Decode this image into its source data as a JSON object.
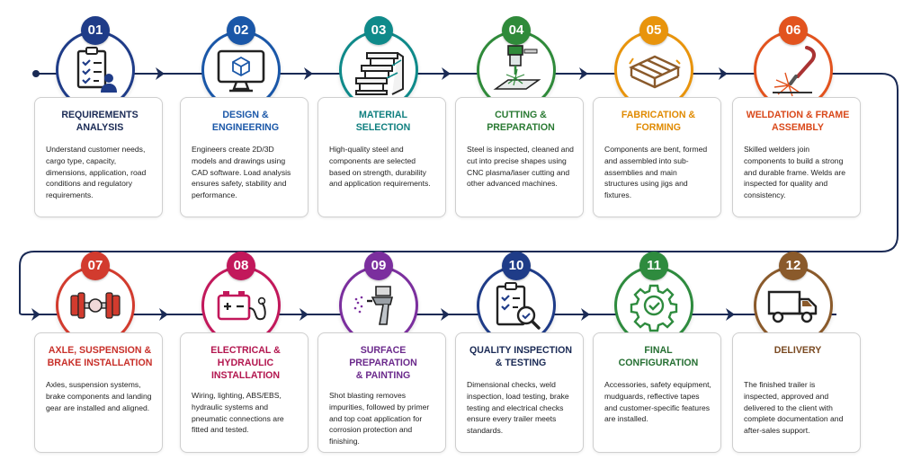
{
  "steps": [
    {
      "number": "01",
      "title_lines": [
        "REQUIREMENTS",
        "ANALYSIS"
      ],
      "desc": "Understand customer needs, cargo type, capacity, dimensions, application, road conditions and regulatory requirements.",
      "color": "#1f3c88",
      "title_color": "#1a2a55",
      "icon": "clipboard-person-icon"
    },
    {
      "number": "02",
      "title_lines": [
        "DESIGN &",
        "ENGINEERING"
      ],
      "desc": "Engineers create 2D/3D models and drawings using CAD software. Load analysis ensures safety, stability and performance.",
      "color": "#1a57a8",
      "title_color": "#1a57a8",
      "icon": "monitor-cube-icon"
    },
    {
      "number": "03",
      "title_lines": [
        "MATERIAL",
        "SELECTION"
      ],
      "desc": "High-quality steel and components are selected based on strength, durability and application requirements.",
      "color": "#0f8a8a",
      "title_color": "#0f7f7f",
      "icon": "steel-beams-icon"
    },
    {
      "number": "04",
      "title_lines": [
        "CUTTING &",
        "PREPARATION"
      ],
      "desc": "Steel is inspected, cleaned and cut into precise shapes using CNC plasma/laser cutting and other advanced machines.",
      "color": "#2f8a3a",
      "title_color": "#2a7a33",
      "icon": "laser-cutter-icon"
    },
    {
      "number": "05",
      "title_lines": [
        "FABRICATION &",
        "FORMING"
      ],
      "desc": "Components are bent, formed and assembled into sub-assemblies and main structures using jigs and fixtures.",
      "color": "#e8940c",
      "title_color": "#e08a00",
      "icon": "frame-jig-icon"
    },
    {
      "number": "06",
      "title_lines": [
        "WELDATION & FRAME",
        "ASSEMBLY"
      ],
      "desc": "Skilled welders join components to build a strong and durable frame. Welds are inspected for quality and consistency.",
      "color": "#e2531e",
      "title_color": "#d9481a",
      "icon": "welding-torch-icon"
    },
    {
      "number": "07",
      "title_lines": [
        "AXLE, SUSPENSION &",
        "BRAKE INSTALLATION"
      ],
      "desc": "Axles, suspension systems, brake components and landing gear are installed and aligned.",
      "color": "#d23b2e",
      "title_color": "#c8302a",
      "icon": "axle-icon"
    },
    {
      "number": "08",
      "title_lines": [
        "ELECTRICAL &",
        "HYDRAULIC INSTALLATION"
      ],
      "desc": "Wiring, lighting, ABS/EBS, hydraulic systems and pneumatic connections are fitted and tested.",
      "color": "#c2185b",
      "title_color": "#b3164f",
      "icon": "battery-cable-icon"
    },
    {
      "number": "09",
      "title_lines": [
        "SURFACE PREPARATION",
        "& PAINTING"
      ],
      "desc": "Shot blasting removes impurities, followed by primer and top coat application for corrosion protection and finishing.",
      "color": "#7b2f9e",
      "title_color": "#6b2a8c",
      "icon": "spray-gun-icon"
    },
    {
      "number": "10",
      "title_lines": [
        "QUALITY INSPECTION",
        "& TESTING"
      ],
      "desc": "Dimensional checks, weld inspection, load testing, brake testing and electrical checks ensure every trailer meets standards.",
      "color": "#1f3c88",
      "title_color": "#1a2a55",
      "icon": "clipboard-magnifier-icon"
    },
    {
      "number": "11",
      "title_lines": [
        "FINAL",
        "CONFIGURATION"
      ],
      "desc": "Accessories, safety equipment, mudguards, reflective tapes and customer-specific features are installed.",
      "color": "#2e8b3e",
      "title_color": "#256f32",
      "icon": "gear-check-icon"
    },
    {
      "number": "12",
      "title_lines": [
        "DELIVERY"
      ],
      "desc": "The finished trailer is inspected, approved and delivered to the client with complete documentation and after-sales support.",
      "color": "#8a5a2b",
      "title_color": "#7a4a22",
      "icon": "truck-icon"
    }
  ],
  "connector_color": "#1a2a55"
}
